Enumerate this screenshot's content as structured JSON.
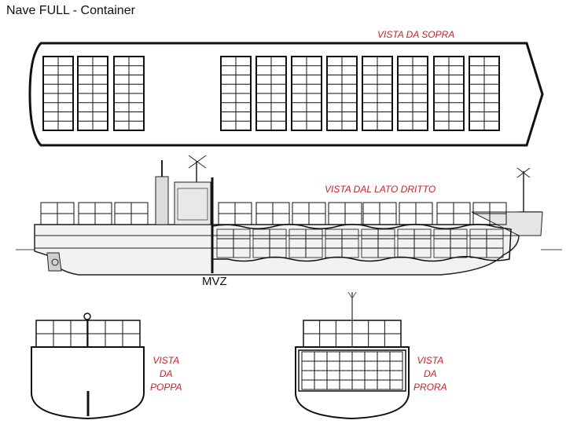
{
  "title": "Nave FULL - Container",
  "views": {
    "top": "VISTA DA SOPRA",
    "side": "VISTA DAL LATO DRITTO",
    "stern": [
      "VISTA",
      "DA",
      "POPPA"
    ],
    "bow": [
      "VISTA",
      "DA",
      "PRORA"
    ]
  },
  "marker": "MVZ"
}
